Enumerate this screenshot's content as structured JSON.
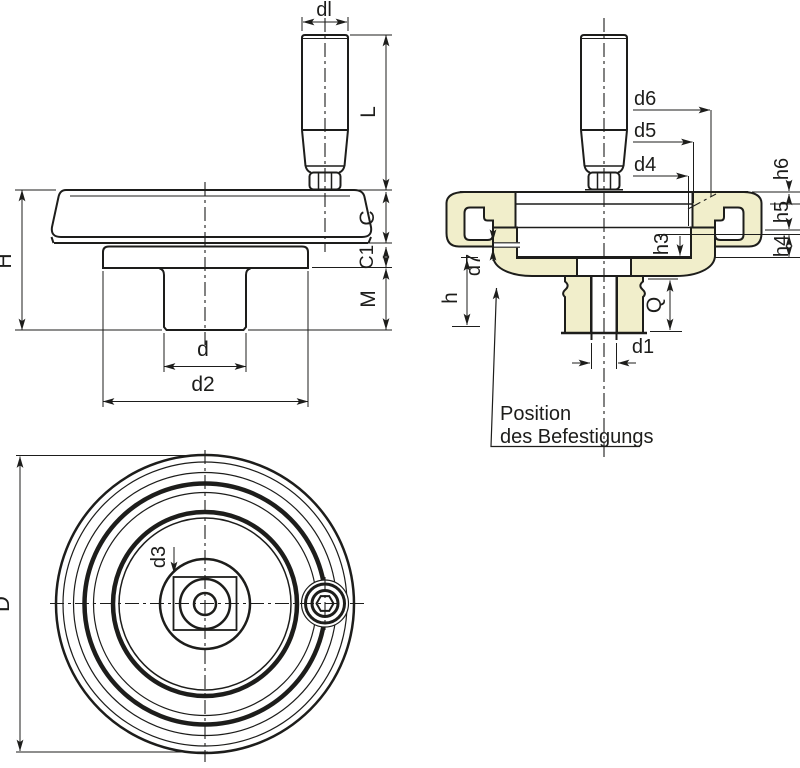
{
  "colors": {
    "line": "#1d1d1b",
    "section_fill": "#f1eecb",
    "background": "#ffffff"
  },
  "views": {
    "side": {
      "dims": {
        "dl": "dl",
        "L": "L",
        "C": "C",
        "C1": "C1",
        "M": "M",
        "H": "H",
        "d": "d",
        "d2": "d2"
      }
    },
    "section": {
      "dims": {
        "d6": "d6",
        "d5": "d5",
        "d4": "d4",
        "h6": "h6",
        "h5": "h5",
        "h4": "h4",
        "h3": "h3",
        "d7": "d7",
        "h": "h",
        "Q": "Q",
        "d1": "d1"
      },
      "note": {
        "line1": "Position",
        "line2": "des Befestigungs"
      }
    },
    "front": {
      "dims": {
        "D": "D",
        "d3": "d3"
      }
    }
  }
}
